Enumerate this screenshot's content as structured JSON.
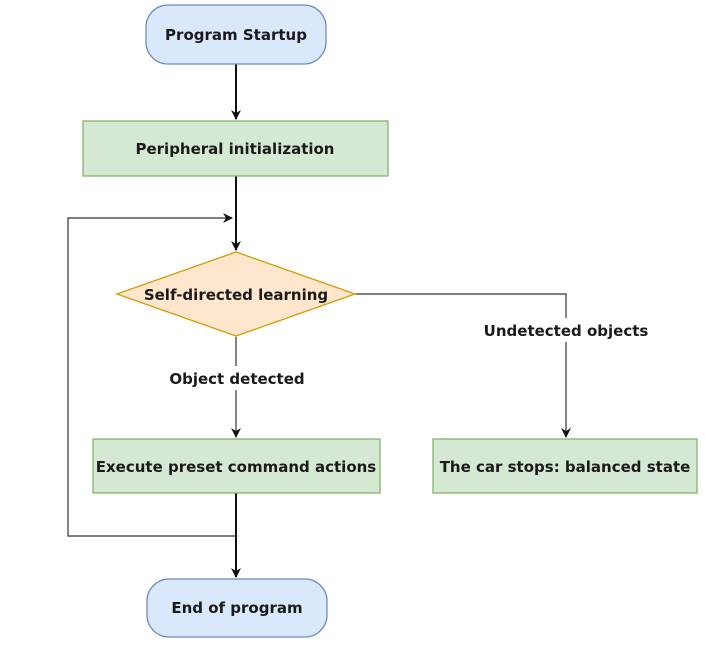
{
  "nodes": {
    "start": {
      "label": "Program Startup"
    },
    "init": {
      "label": "Peripheral initialization"
    },
    "decision": {
      "label": "Self-directed learning"
    },
    "execute": {
      "label": "Execute preset command actions"
    },
    "stop": {
      "label": "The car stops: balanced state"
    },
    "end": {
      "label": "End of program"
    }
  },
  "edges": {
    "detected": {
      "label": "Object detected"
    },
    "undetected": {
      "label": "Undetected objects"
    }
  },
  "colors": {
    "terminal_fill": "#dae8fc",
    "terminal_stroke": "#6c8ebf",
    "process_fill": "#d5e8d4",
    "process_stroke": "#82b366",
    "decision_fill": "#ffe6cc",
    "decision_stroke": "#d79b00",
    "line": "#333333"
  }
}
